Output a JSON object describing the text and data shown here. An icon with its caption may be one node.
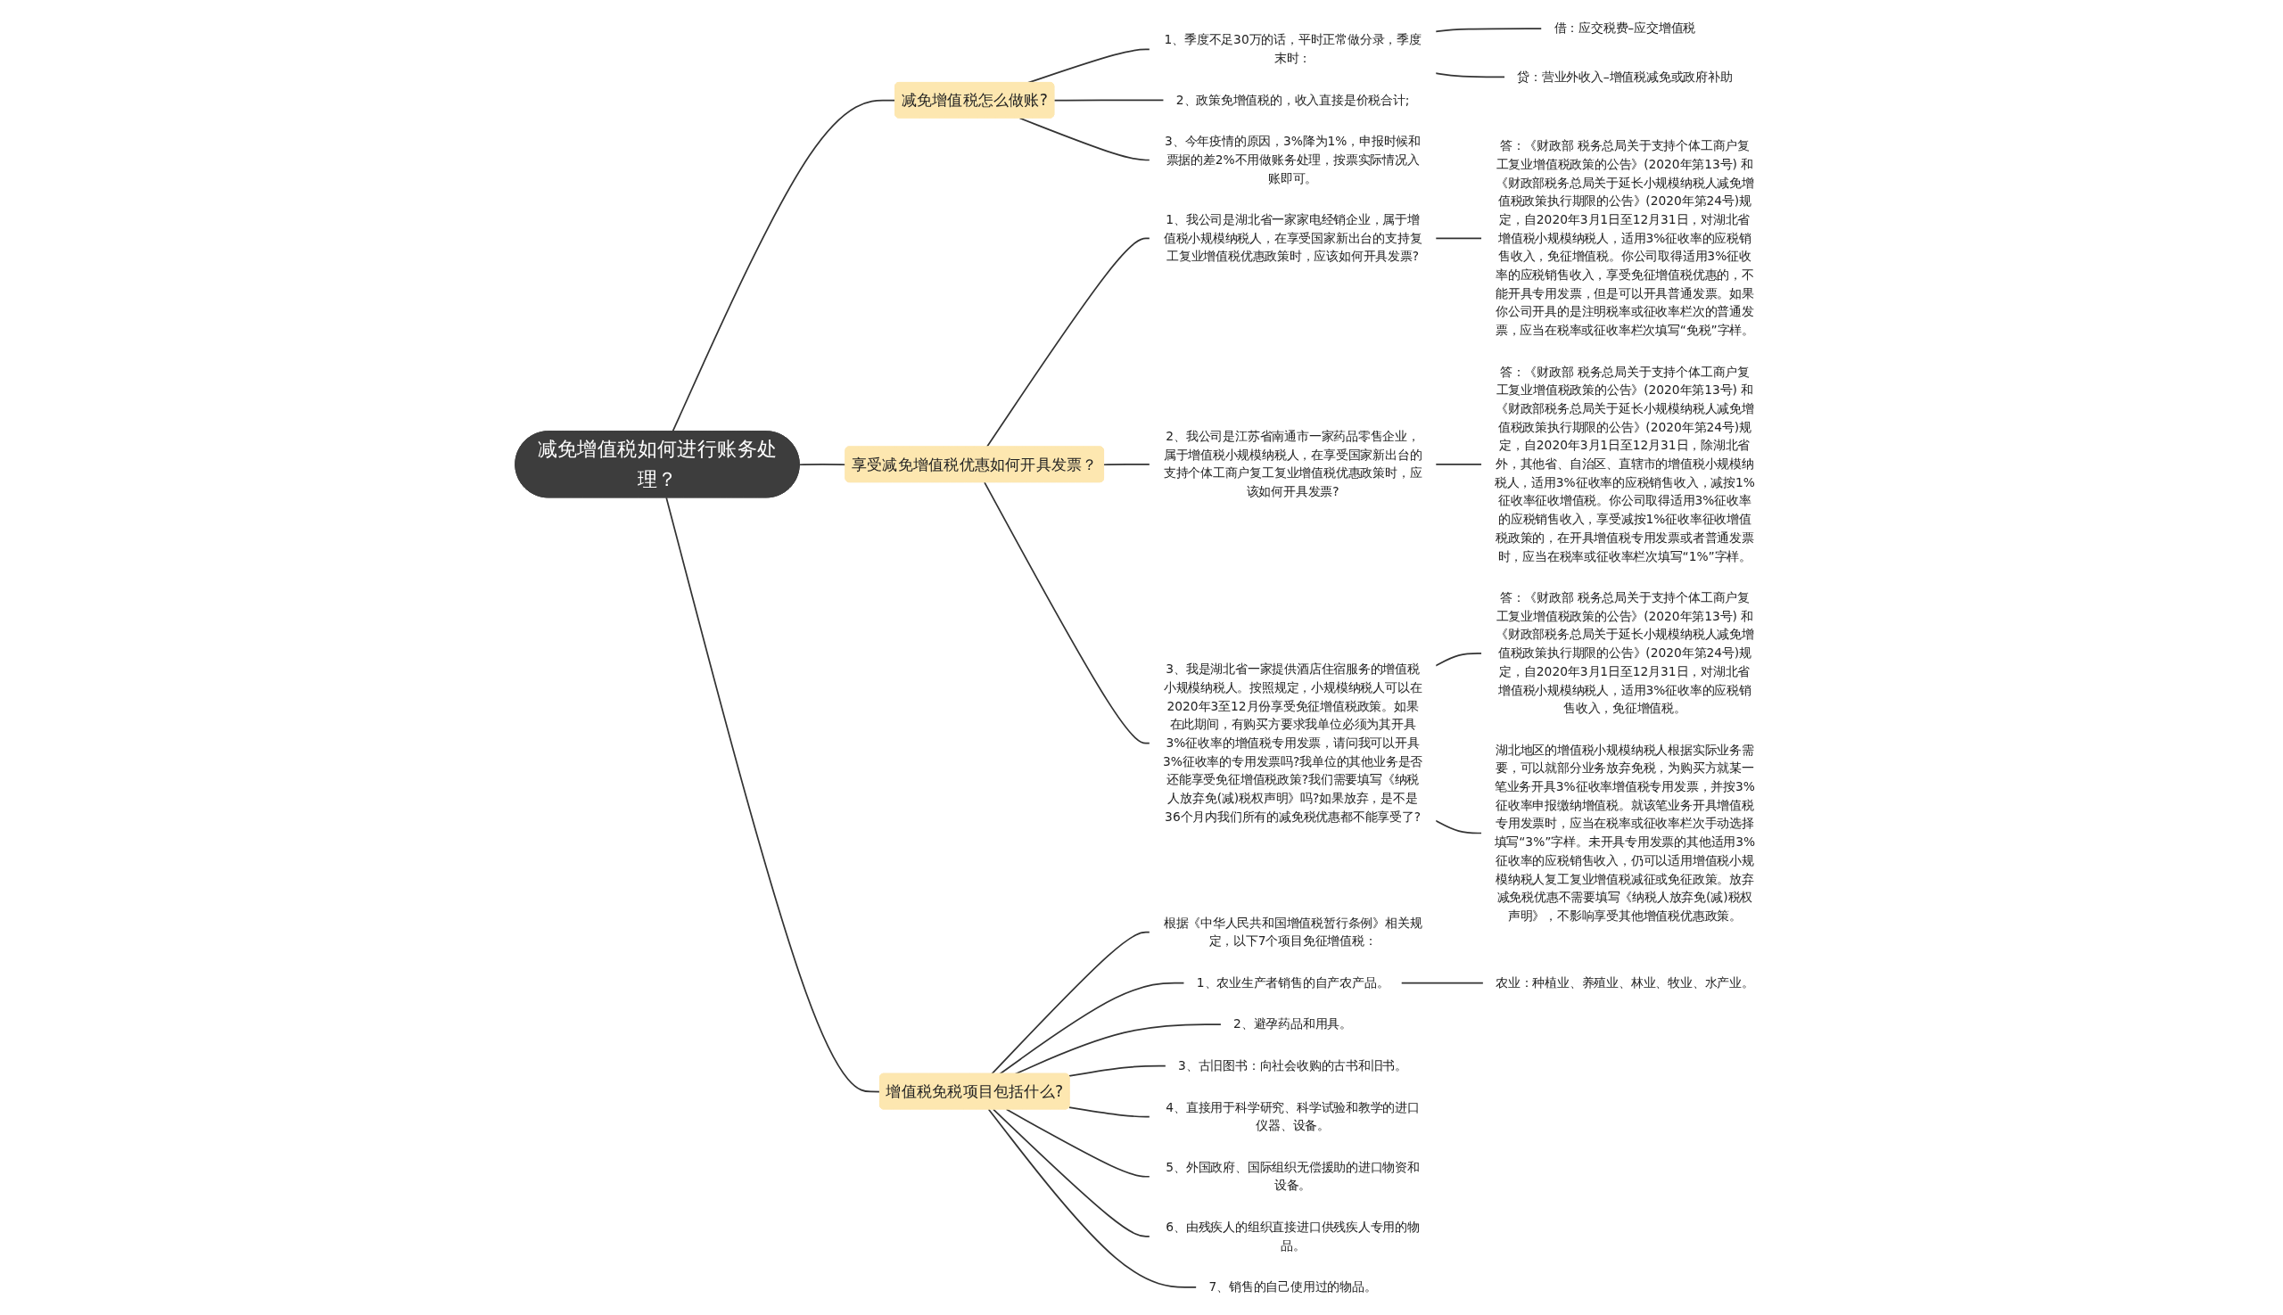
{
  "diagram": {
    "nodes": [
      {
        "text": [
          "减免增值税如何进行账务处理？"
        ]
      },
      {
        "text": [
          "减免增值税怎么做账?"
        ]
      },
      {
        "text": [
          "1、季度不足30万的话，平时正常做分录，季度末时："
        ]
      },
      {
        "text": [
          "借：应交税费–应交增值税"
        ]
      },
      {
        "text": [
          "贷：营业外收入–增值税减免或政府补助"
        ]
      },
      {
        "text": [
          "2、政策免增值税的，收入直接是价税合计;"
        ]
      },
      {
        "text": [
          "3、今年疫情的原因，3%降为1%，申报时候和票据的差2%不用做账务处理，按票实际情况入账即可。"
        ]
      },
      {
        "text": [
          "享受减免增值税优惠如何开具发票？"
        ]
      },
      {
        "text": [
          "1、我公司是湖北省一家家电经销企业，属于增值税小规模纳税人，在享受国家新出台的支持复工复业增值税优惠政策时，应该如何开具发票?"
        ]
      },
      {
        "text": [
          "答：《财政部 税务总局关于支持个体工商户复工复业增值税政策的公告》(2020年第13号) 和《财政部税务总局关于延长小规模纳税人减免增值税政策执行期限的公告》(2020年第24号)规定，自2020年3月1日至12月31日，对湖北省增值税小规模纳税人，适用3%征收率的应税销售收入，免征增值税。你公司取得适用3%征收率的应税销售收入，享受免征增值税优惠的，不能开具专用发票，但是可以开具普通发票。如果你公司开具的是注明税率或征收率栏次的普通发票，应当在税率或征收率栏次填写“免税”字样。"
        ]
      },
      {
        "text": [
          "2、我公司是江苏省南通市一家药品零售企业，属于增值税小规模纳税人，在享受国家新出台的支持个体工商户复工复业增值税优惠政策时，应该如何开具发票?"
        ]
      },
      {
        "text": [
          "答：《财政部 税务总局关于支持个体工商户复工复业增值税政策的公告》(2020年第13号) 和《财政部税务总局关于延长小规模纳税人减免增值税政策执行期限的公告》(2020年第24号)规定，自2020年3月1日至12月31日，除湖北省外，其他省、自治区、直辖市的增值税小规模纳税人，适用3%征收率的应税销售收入，减按1%征收率征收增值税。你公司取得适用3%征收率的应税销售收入，享受减按1%征收率征收增值税政策的，在开具增值税专用发票或者普通发票时，应当在税率或征收率栏次填写“1%”字样。"
        ]
      },
      {
        "text": [
          "3、我是湖北省一家提供酒店住宿服务的增值税小规模纳税人。按照规定，小规模纳税人可以在2020年3至12月份享受免征增值税政策。如果在此期间，有购买方要求我单位必须为其开具3%征收率的增值税专用发票，请问我可以开具3%征收率的专用发票吗?我单位的其他业务是否还能享受免征增值税政策?我们需要填写《纳税人放弃免(减)税权声明》吗?如果放弃，是不是36个月内我们所有的减免税优惠都不能享受了?"
        ]
      },
      {
        "text": [
          "答：《财政部 税务总局关于支持个体工商户复工复业增值税政策的公告》(2020年第13号) 和《财政部税务总局关于延长小规模纳税人减免增值税政策执行期限的公告》(2020年第24号)规定，自2020年3月1日至12月31日，对湖北省增值税小规模纳税人，适用3%征收率的应税销售收入，免征增值税。"
        ]
      },
      {
        "text": [
          "湖北地区的增值税小规模纳税人根据实际业务需要，可以就部分业务放弃免税，为购买方就某一笔业务开具3%征收率增值税专用发票，并按3%征收率申报缴纳增值税。就该笔业务开具增值税专用发票时，应当在税率或征收率栏次手动选择填写“3%”字样。未开具专用发票的其他适用3%征收率的应税销售收入，仍可以适用增值税小规模纳税人复工复业增值税减征或免征政策。放弃减免税优惠不需要填写《纳税人放弃免(减)税权声明》，不影响享受其他增值税优惠政策。"
        ]
      },
      {
        "text": [
          "增值税免税项目包括什么?"
        ]
      },
      {
        "text": [
          "根据《中华人民共和国增值税暂行条例》相关规定，以下7个项目免征增值税："
        ]
      },
      {
        "text": [
          "1、农业生产者销售的自产农产品。"
        ]
      },
      {
        "text": [
          "农业：种植业、养殖业、林业、牧业、水产业。"
        ]
      },
      {
        "text": [
          "2、避孕药品和用具。"
        ]
      },
      {
        "text": [
          "3、古旧图书：向社会收购的古书和旧书。"
        ]
      },
      {
        "text": [
          "4、直接用于科学研究、科学试验和教学的进口仪器、设备。"
        ]
      },
      {
        "text": [
          "5、外国政府、国际组织无偿援助的进口物资和设备。"
        ]
      },
      {
        "text": [
          "6、由残疾人的组织直接进口供残疾人专用的物品。"
        ]
      },
      {
        "text": [
          "7、销售的自己使用过的物品。"
        ]
      }
    ],
    "edges": [
      {
        "from": 0,
        "to": 1,
        "arrow": "none"
      },
      {
        "from": 1,
        "to": 2,
        "arrow": "none"
      },
      {
        "from": 2,
        "to": 3,
        "arrow": "none"
      },
      {
        "from": 2,
        "to": 4,
        "arrow": "none"
      },
      {
        "from": 1,
        "to": 5,
        "arrow": "none"
      },
      {
        "from": 1,
        "to": 6,
        "arrow": "none"
      },
      {
        "from": 0,
        "to": 7,
        "arrow": "none"
      },
      {
        "from": 7,
        "to": 8,
        "arrow": "none"
      },
      {
        "from": 8,
        "to": 9,
        "arrow": "none"
      },
      {
        "from": 7,
        "to": 10,
        "arrow": "none"
      },
      {
        "from": 10,
        "to": 11,
        "arrow": "none"
      },
      {
        "from": 7,
        "to": 12,
        "arrow": "none"
      },
      {
        "from": 12,
        "to": 13,
        "arrow": "none"
      },
      {
        "from": 12,
        "to": 14,
        "arrow": "none"
      },
      {
        "from": 0,
        "to": 15,
        "arrow": "none"
      },
      {
        "from": 15,
        "to": 16,
        "arrow": "none"
      },
      {
        "from": 15,
        "to": 17,
        "arrow": "none"
      },
      {
        "from": 17,
        "to": 18,
        "arrow": "none"
      },
      {
        "from": 15,
        "to": 19,
        "arrow": "none"
      },
      {
        "from": 15,
        "to": 20,
        "arrow": "none"
      },
      {
        "from": 15,
        "to": 21,
        "arrow": "none"
      },
      {
        "from": 15,
        "to": 22,
        "arrow": "none"
      },
      {
        "from": 15,
        "to": 23,
        "arrow": "none"
      },
      {
        "from": 15,
        "to": 24,
        "arrow": "none"
      }
    ]
  }
}
